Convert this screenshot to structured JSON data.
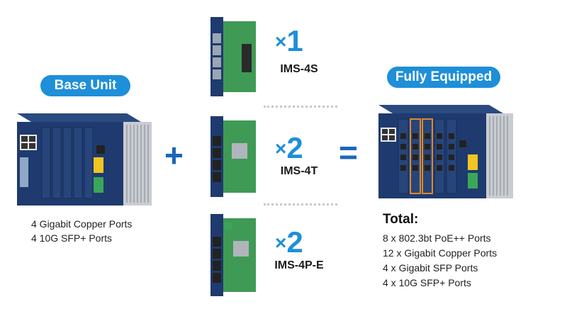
{
  "base_unit": {
    "label": "Base Unit",
    "specs": [
      "4 Gigabit Copper Ports",
      "4 10G SFP+ Ports"
    ]
  },
  "modules": [
    {
      "count_prefix": "×",
      "count": "1",
      "model": "IMS-4S"
    },
    {
      "count_prefix": "×",
      "count": "2",
      "model": "IMS-4T"
    },
    {
      "count_prefix": "×",
      "count": "2",
      "model": "IMS-4P-E"
    }
  ],
  "operators": {
    "plus": "+",
    "equals": "="
  },
  "fully_equipped": {
    "label": "Fully Equipped",
    "total_title": "Total:",
    "specs": [
      "8 x 802.3bt PoE++ Ports",
      "12 x Gigabit Copper Ports",
      "4 x Gigabit SFP Ports",
      "4 x 10G SFP+ Ports"
    ]
  },
  "colors": {
    "accent": "#1e8fd8",
    "chassis": "#1f3a6e",
    "heatsink": "#c9ccd1",
    "pcb": "#3f9a55"
  }
}
